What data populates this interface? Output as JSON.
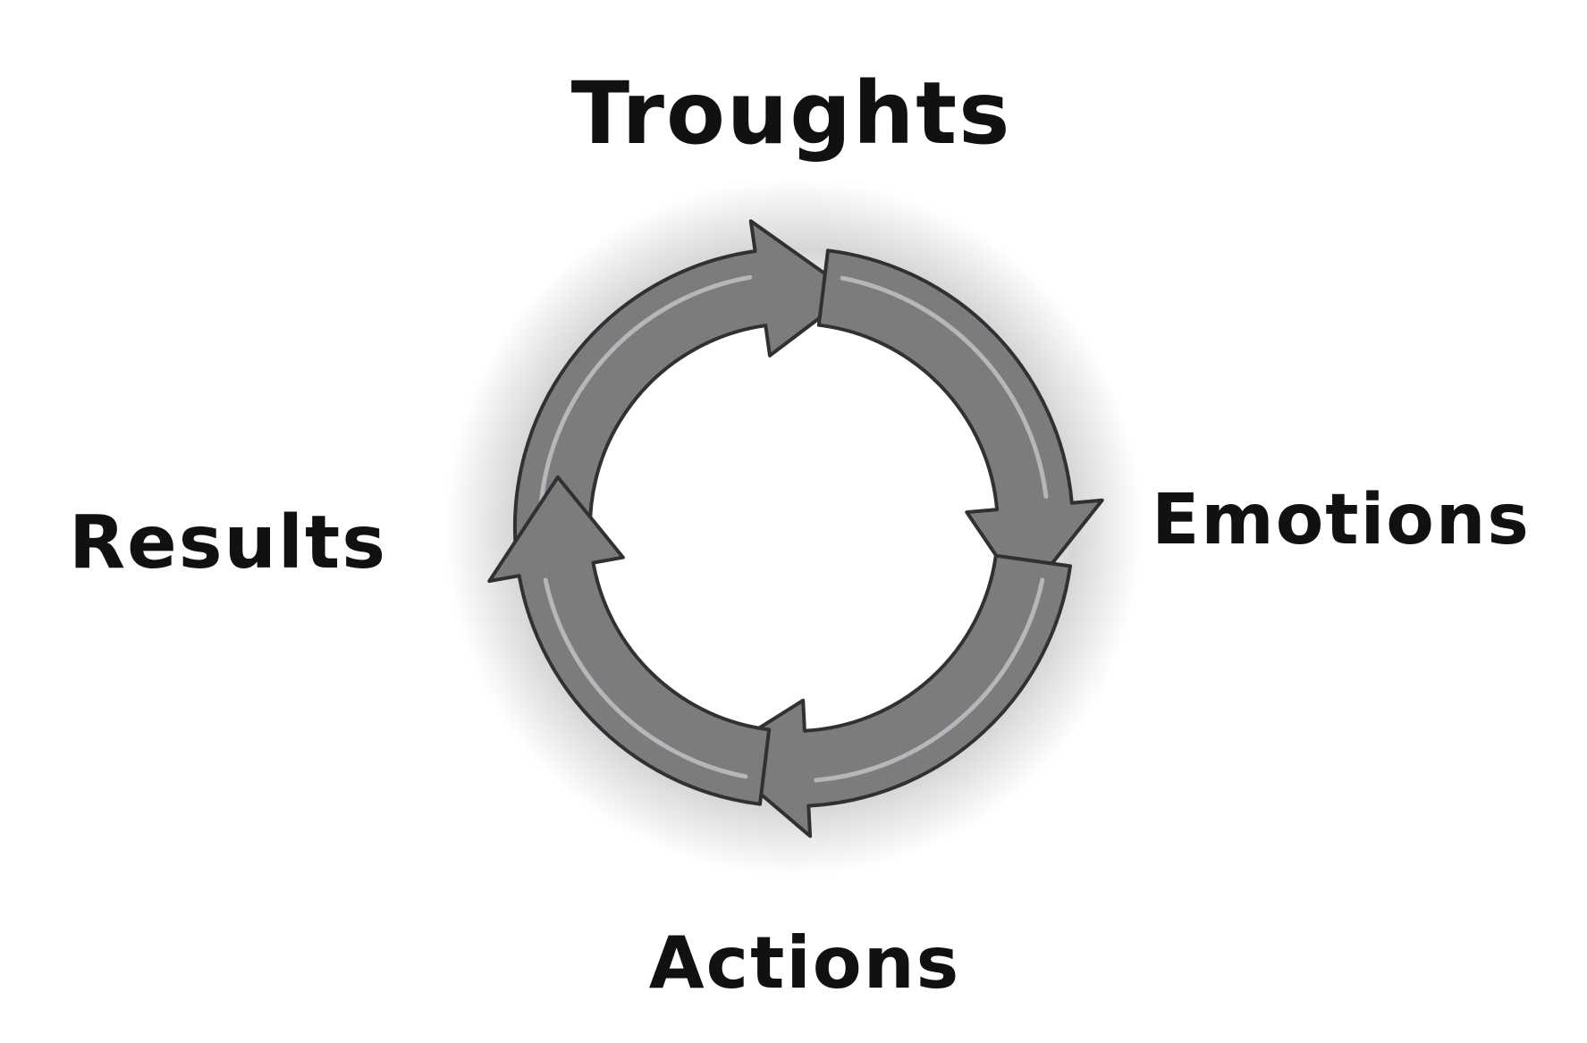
{
  "cycle": {
    "top_label": "Troughts",
    "right_label": "Emotions",
    "bottom_label": "Actions",
    "left_label": "Results"
  },
  "colors": {
    "arrow_fill": "#7a7c7e",
    "arrow_stroke": "#2f3133",
    "arrow_highlight": "#c4c6c8",
    "label_text": "#111111",
    "background": "#ffffff"
  }
}
